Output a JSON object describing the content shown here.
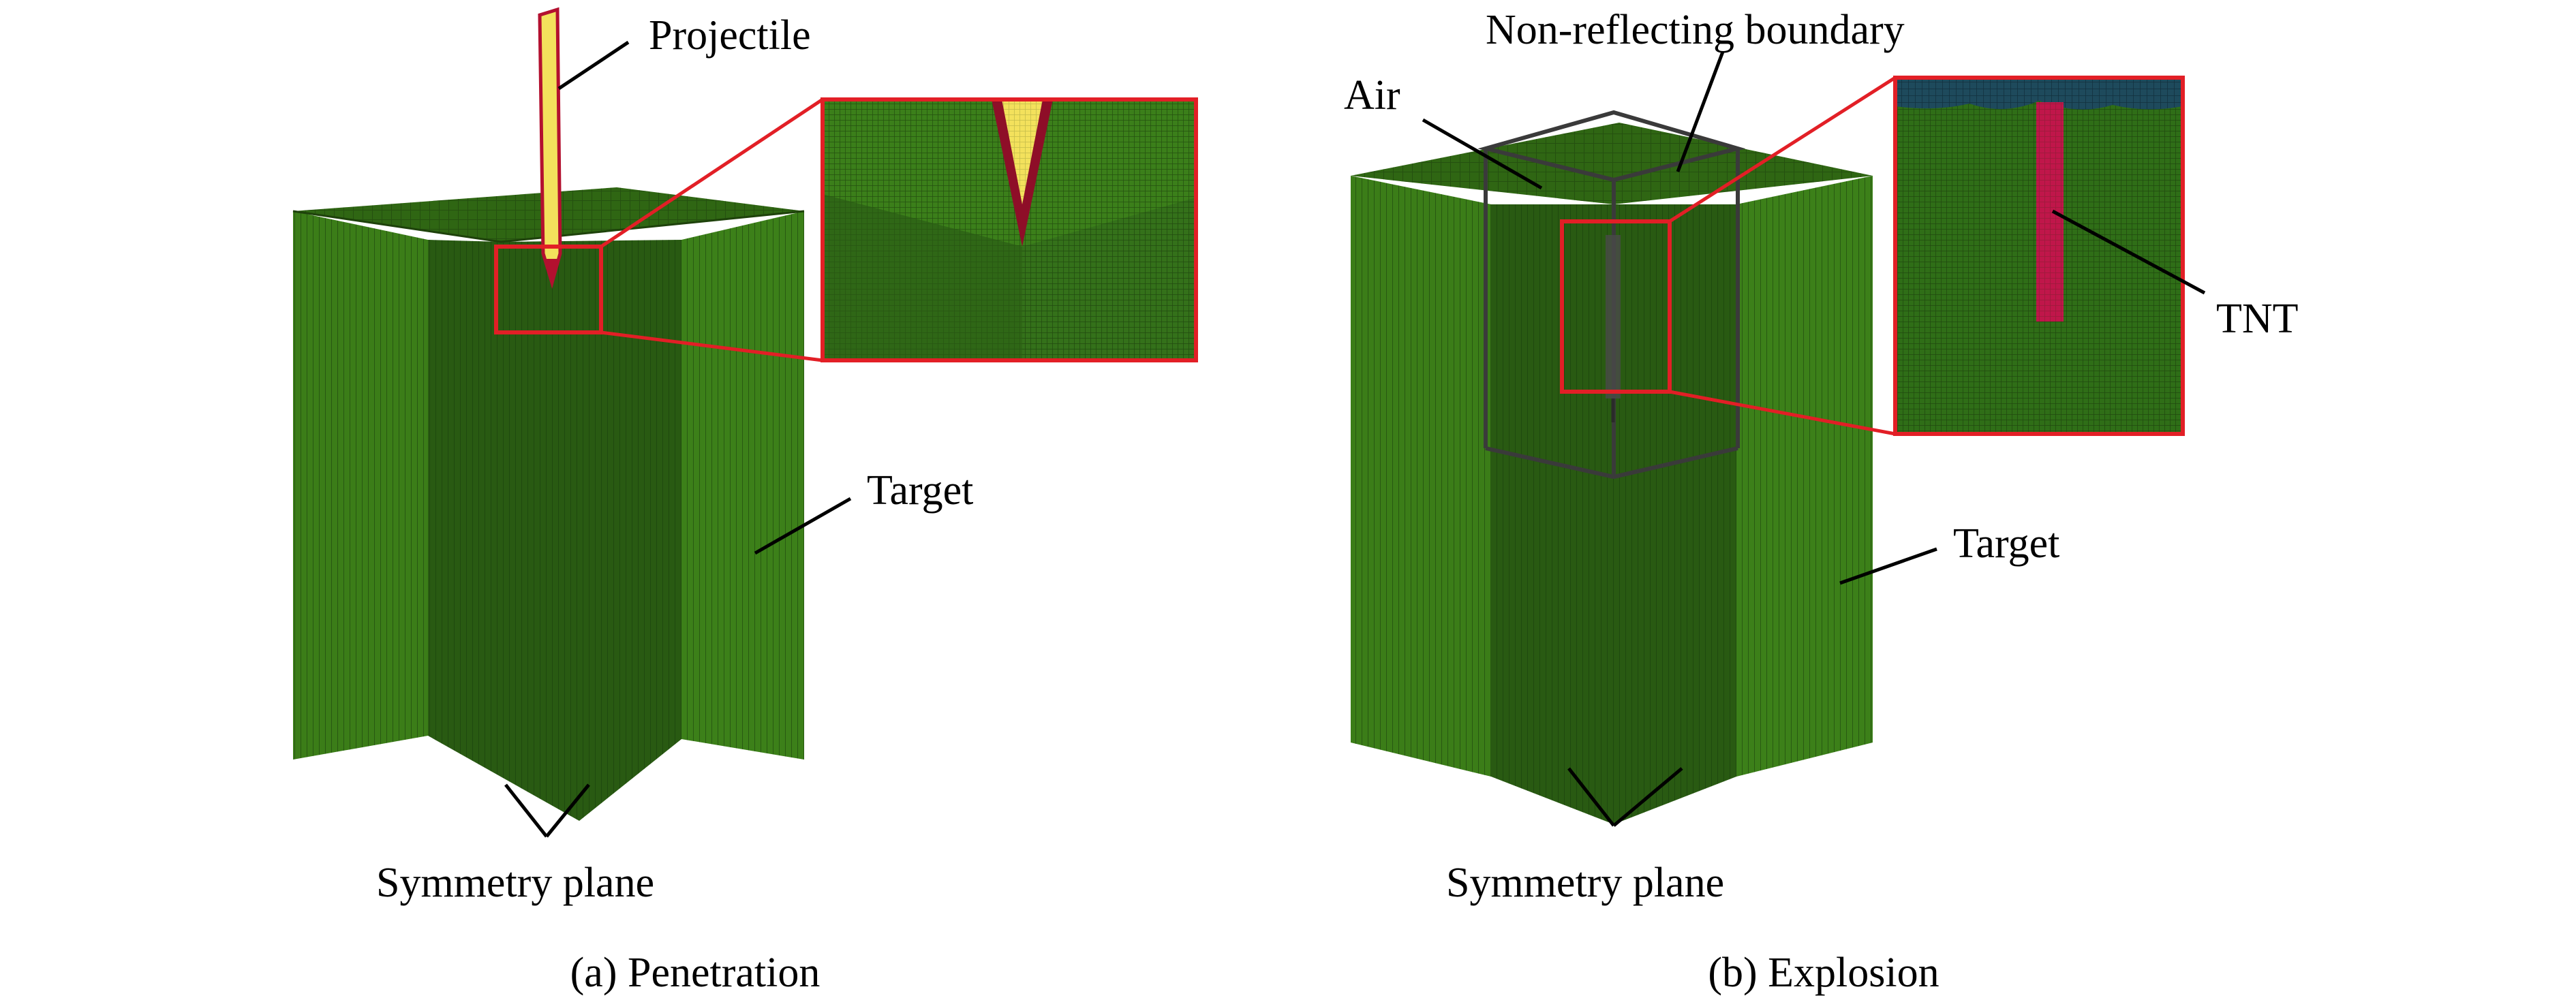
{
  "panels": [
    {
      "id": "a",
      "caption": "(a) Penetration",
      "labels": {
        "projectile": "Projectile",
        "target": "Target",
        "symmetry": "Symmetry plane"
      }
    },
    {
      "id": "b",
      "caption": "(b) Explosion",
      "labels": {
        "boundary": "Non-reflecting boundary",
        "air": "Air",
        "tnt": "TNT",
        "target": "Target",
        "symmetry": "Symmetry plane"
      }
    }
  ],
  "colors": {
    "target_top": "#2f6613",
    "target_left": "#3b7d18",
    "target_front": "#295a12",
    "target_right": "#3c8019",
    "projectile": "#f3e15c",
    "projectile_tip": "#b3102f",
    "tnt": "#c0164a",
    "zoom_frame": "#e21f26",
    "air_cage": "#3a3a3a",
    "air_mesh": "#1e4a5c"
  }
}
